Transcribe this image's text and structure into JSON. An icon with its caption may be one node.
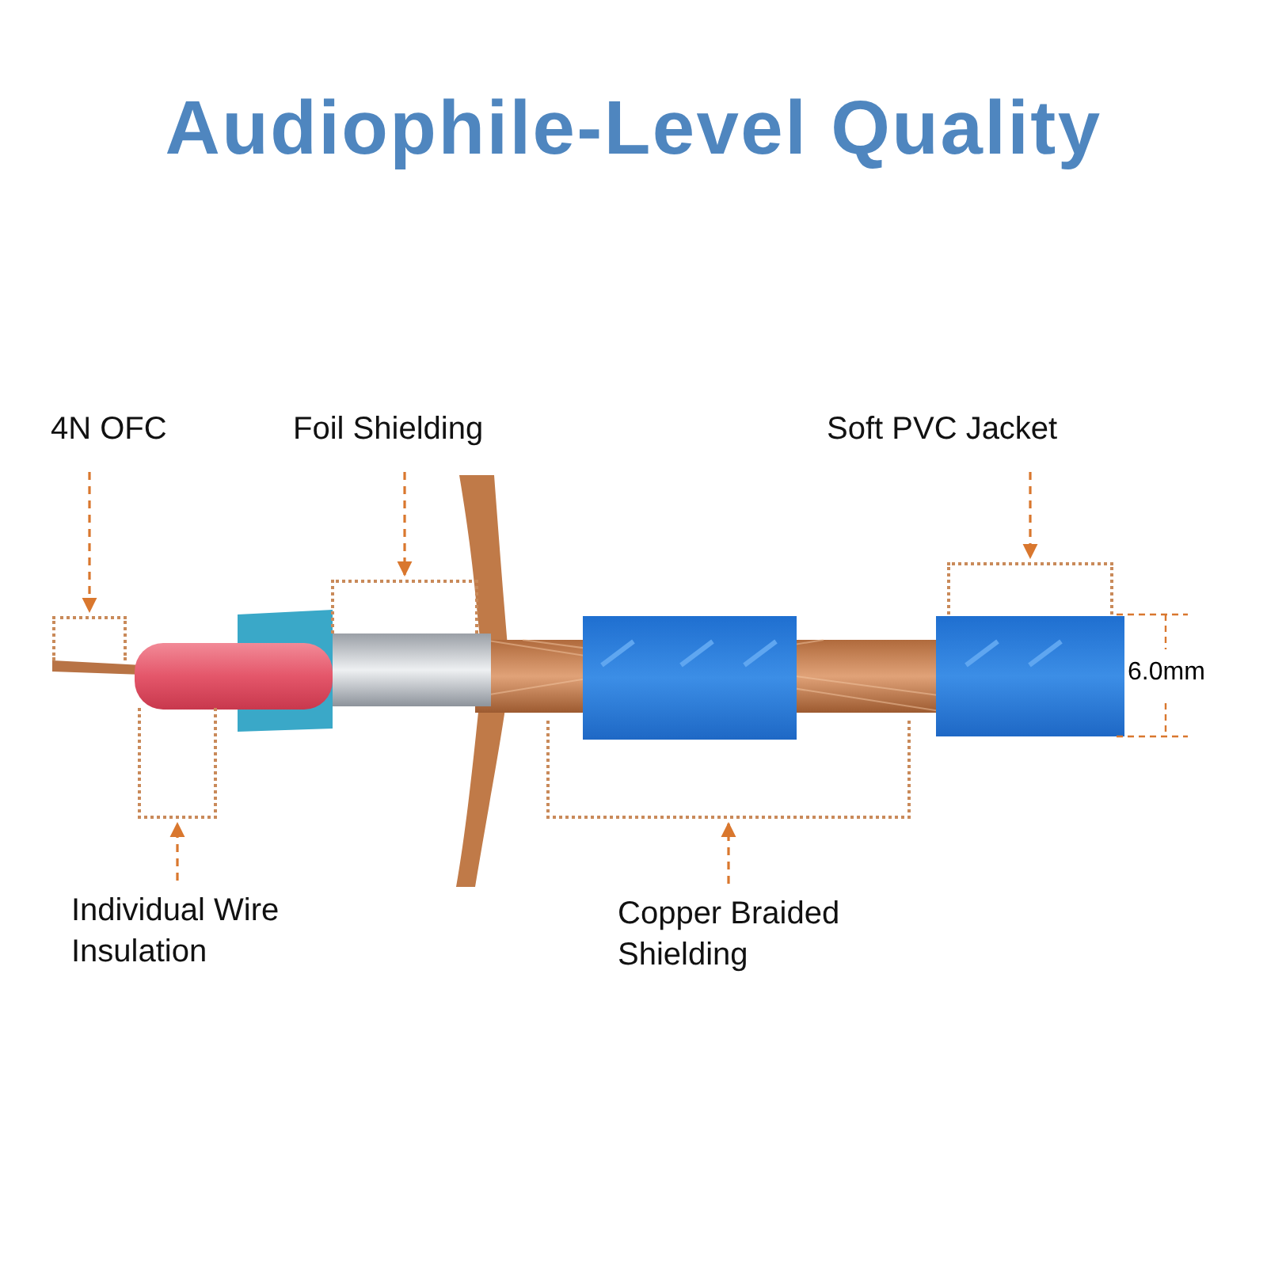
{
  "diagram": {
    "title": "Audiophile-Level Quality",
    "nodes": [
      {
        "text": [
          "4N OFC"
        ]
      },
      {
        "text": [
          "Foil Shielding"
        ]
      },
      {
        "text": [
          "Soft PVC Jacket"
        ]
      },
      {
        "text": [],
        "shape": "bracket"
      },
      {
        "text": [],
        "shape": "bracket"
      },
      {
        "text": [],
        "shape": "bracket"
      },
      {
        "text": [],
        "shape": "bracket"
      },
      {
        "text": [],
        "shape": "bracket"
      },
      {
        "text": [
          "Individual Wire Insulation"
        ]
      },
      {
        "text": [
          "Copper Braided Shielding"
        ]
      }
    ],
    "edges": [
      {
        "from": 0,
        "to": 3,
        "arrow": "to",
        "style": "dashed"
      },
      {
        "from": 1,
        "to": 4,
        "arrow": "to",
        "style": "dashed"
      },
      {
        "from": 2,
        "to": 5,
        "arrow": "to",
        "style": "dashed"
      },
      {
        "from": 8,
        "to": 6,
        "arrow": "to",
        "style": "dashed"
      },
      {
        "from": 9,
        "to": 7,
        "arrow": "to",
        "style": "dashed"
      }
    ],
    "labels": [
      "6.0mm"
    ]
  }
}
